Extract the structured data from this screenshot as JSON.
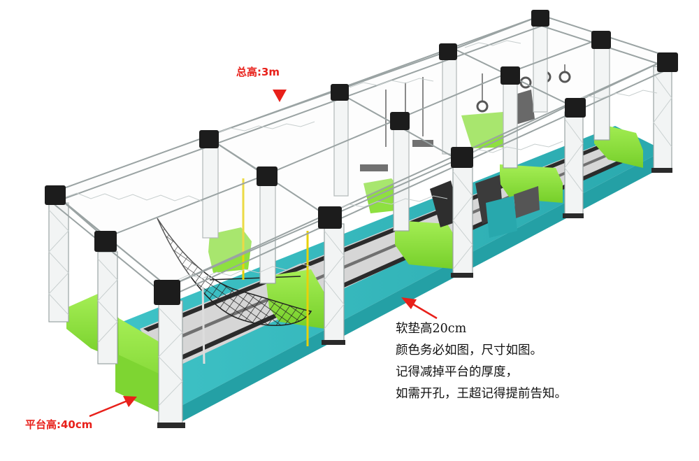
{
  "annotations": {
    "total_height": "总高:3m",
    "platform_height": "平台高:40cm"
  },
  "notes": {
    "lines": [
      "软垫高20cm",
      "颜色务必如图，尺寸如图。",
      "记得减掉平台的厚度，",
      "如需开孔，王超记得提前告知。"
    ]
  },
  "colors": {
    "truss": "#f4f6f6",
    "truss_edge": "#9aa3a3",
    "connector": "#1c1c1c",
    "platform_teal": "#33b8bd",
    "platform_teal_dark": "#1e8f94",
    "floor_gray": "#d9d9d9",
    "mat_green": "#8fe43a",
    "mat_green_dark": "#5fb61e",
    "annotation_red": "#e8201a",
    "net": "#222222",
    "rope_yellow": "#e8d10a"
  }
}
